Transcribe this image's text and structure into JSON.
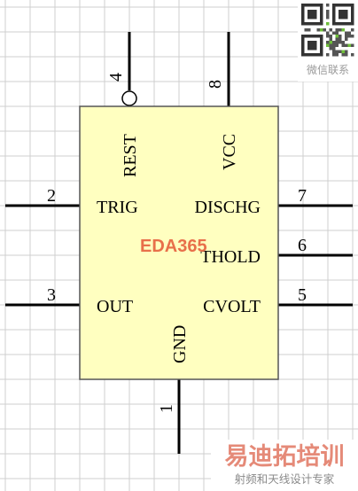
{
  "watermark_top": {
    "caption": "微信联系"
  },
  "component": {
    "body_color": "#ffffc0",
    "border_color": "#555555",
    "center_label": "EDA365",
    "center_label_color": "#e8704a"
  },
  "pins": [
    {
      "number": "4",
      "name": "REST"
    },
    {
      "number": "8",
      "name": "VCC"
    },
    {
      "number": "2",
      "name": "TRIG"
    },
    {
      "number": "7",
      "name": "DISCHG"
    },
    {
      "number": "6",
      "name": "THOLD"
    },
    {
      "number": "3",
      "name": "OUT"
    },
    {
      "number": "5",
      "name": "CVOLT"
    },
    {
      "number": "1",
      "name": "GND"
    }
  ],
  "watermark_bottom": {
    "title": "易迪拓培训",
    "subtitle": "射频和天线设计专家",
    "color": "#e58a78"
  }
}
